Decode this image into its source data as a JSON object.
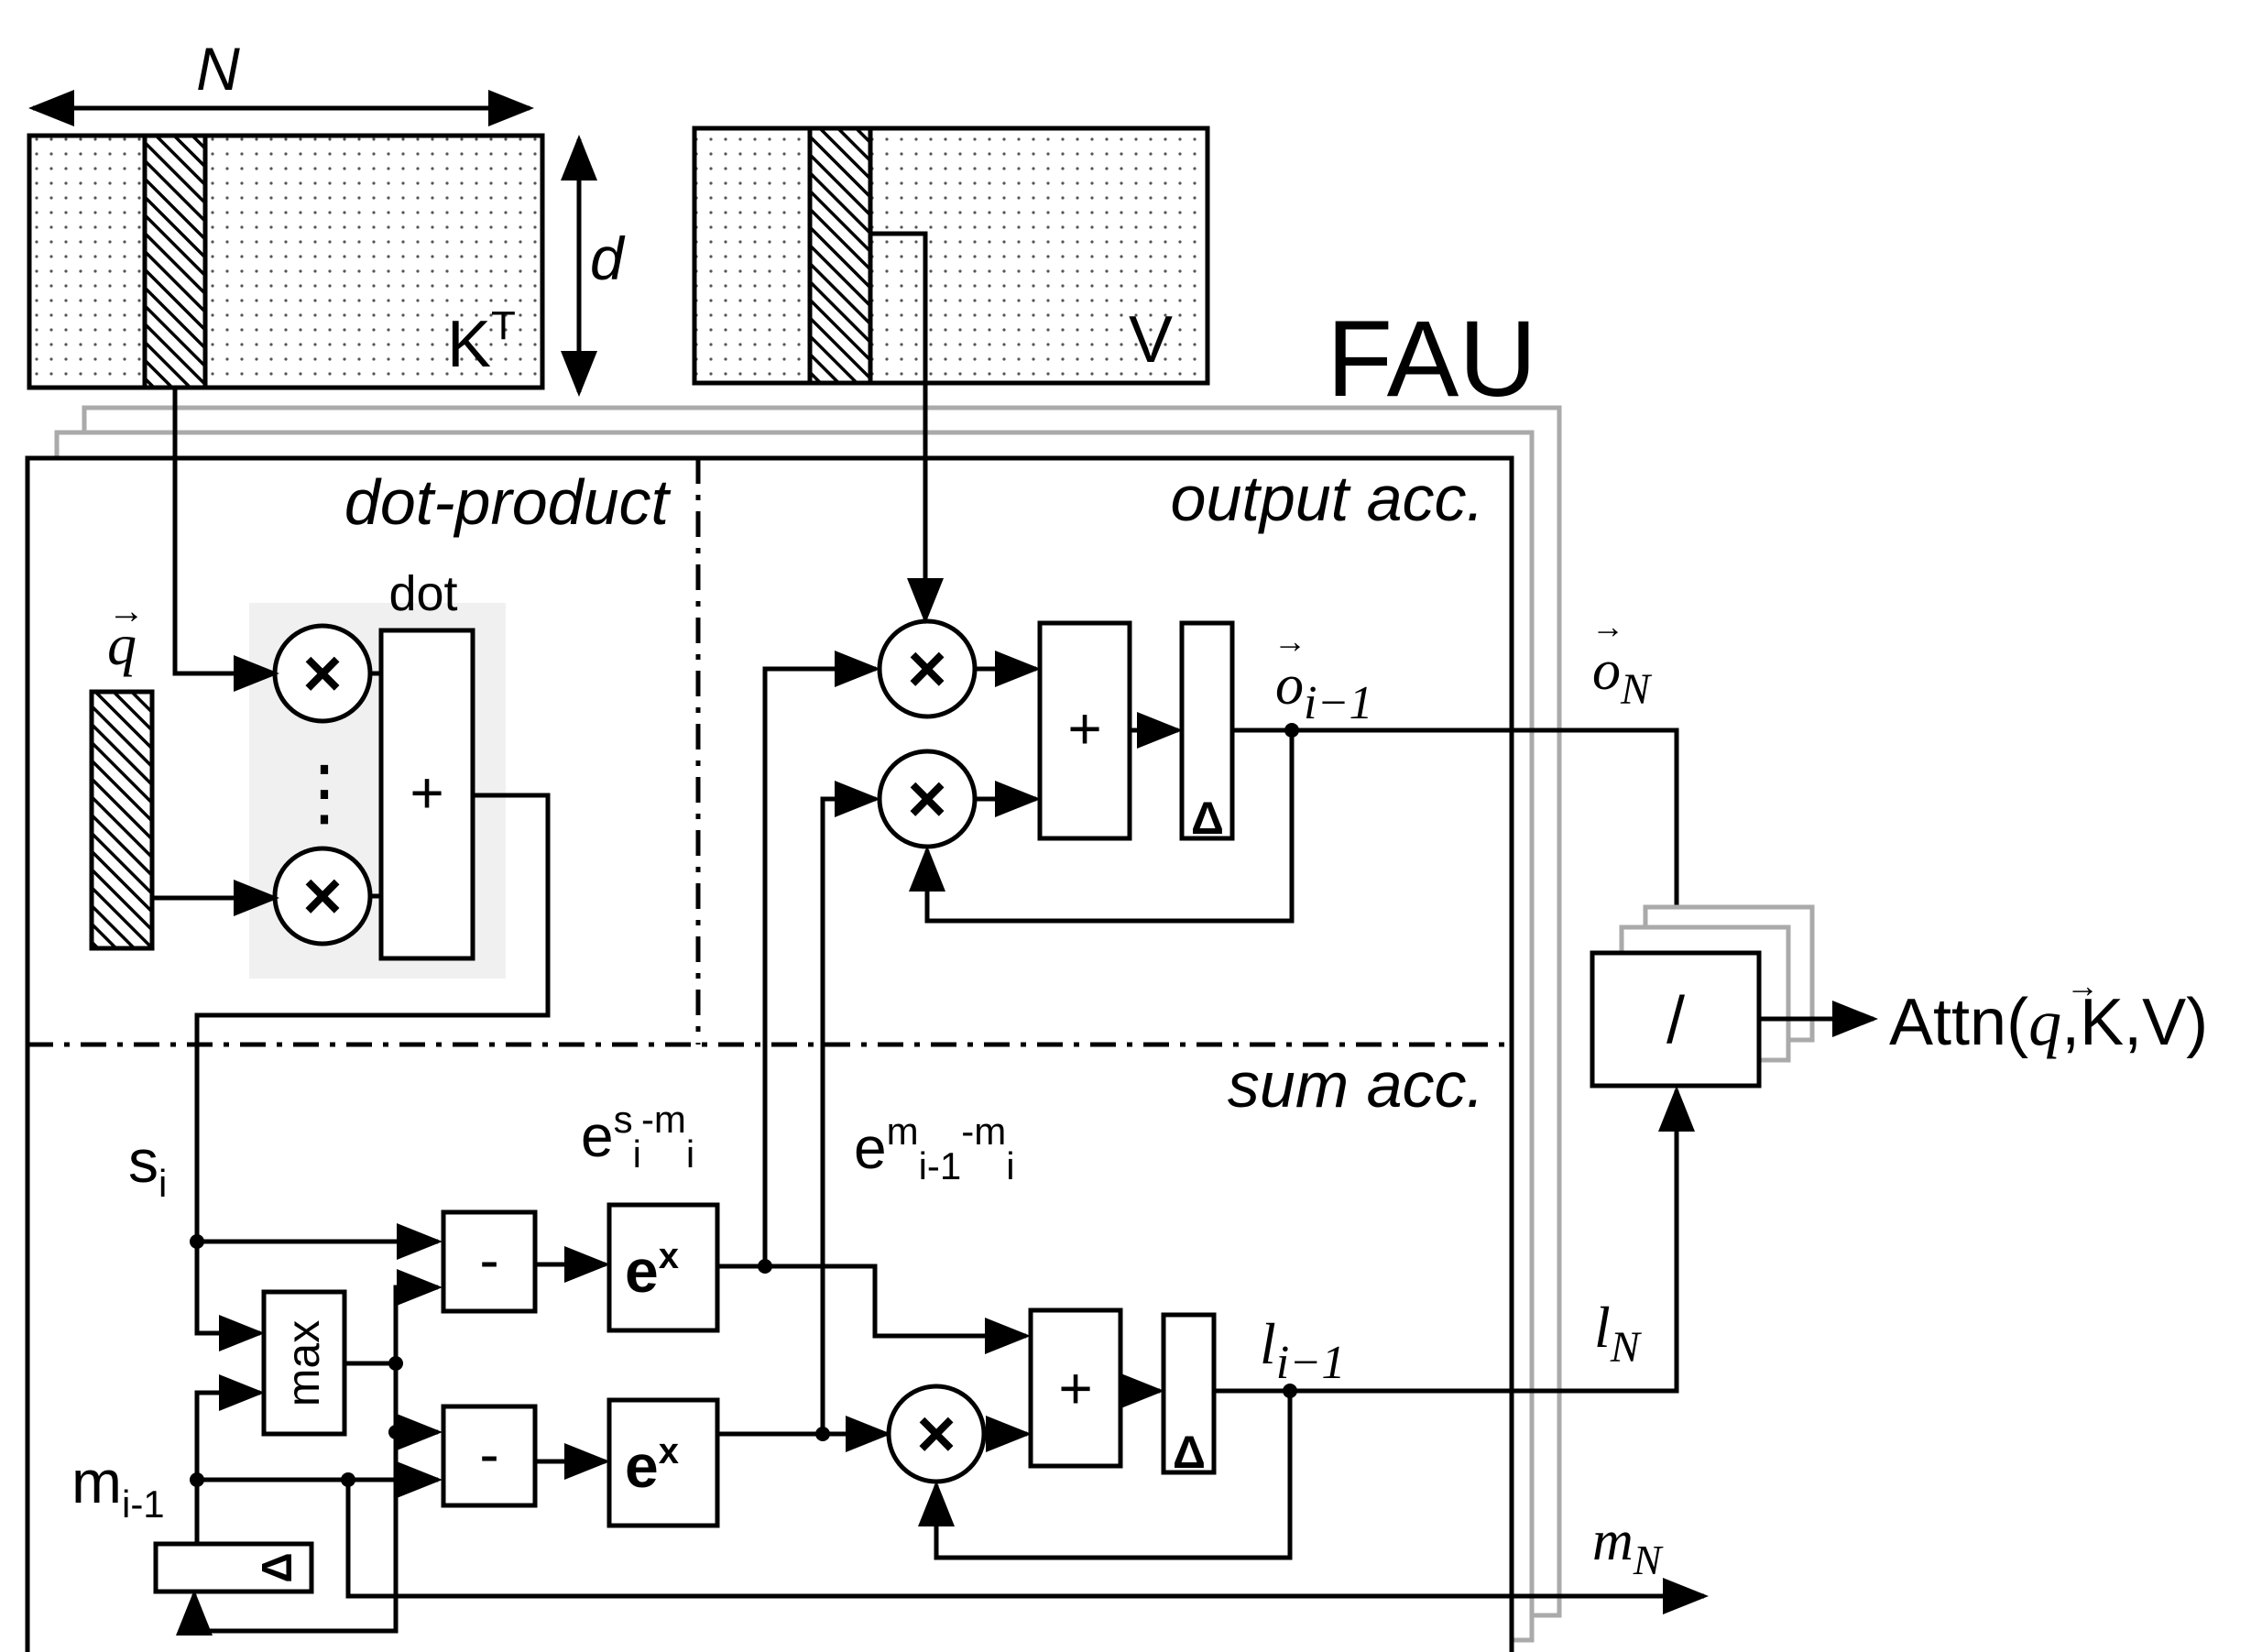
{
  "matrices": {
    "keys": {
      "label": "K",
      "label_sup": "T",
      "width_label": "N",
      "height_label": "d"
    },
    "values": {
      "label": "V"
    }
  },
  "unit": {
    "title": "FAU"
  },
  "sections": {
    "dot_product": "dot-product",
    "output_acc": "output acc.",
    "sum_acc": "sum acc."
  },
  "ops": {
    "multiply": "×",
    "plus": "+",
    "minus": "-",
    "exp": "e",
    "exp_sup": "x",
    "max": "max",
    "divide": "/",
    "dots": "⋮",
    "dot_label": "dot",
    "register_glyph": "Δ"
  },
  "signals": {
    "q": "q",
    "vec_arrow": "⃗",
    "s": "s",
    "s_sub": "i",
    "m_prev": "m",
    "m_prev_sub": "i-1",
    "exp_s_base": "e",
    "exp_s_sup1": "s",
    "exp_s_sub1": "i",
    "exp_s_sup2": "-m",
    "exp_s_sub2": "i",
    "exp_m_base": "e",
    "exp_m_sup1": "m",
    "exp_m_sub1": "i-1",
    "exp_m_sup2": "-m",
    "exp_m_sub2": "i",
    "o_prev": "o",
    "o_prev_sub": "i−1",
    "o_N": "o",
    "o_N_sub": "N",
    "l_prev": "l",
    "l_prev_sub": "i−1",
    "l_N": "l",
    "l_N_sub": "N",
    "m_N": "m",
    "m_N_sub": "N"
  },
  "output": {
    "prefix": "Attn(",
    "q": "q",
    "suffix": ",K,V)"
  }
}
